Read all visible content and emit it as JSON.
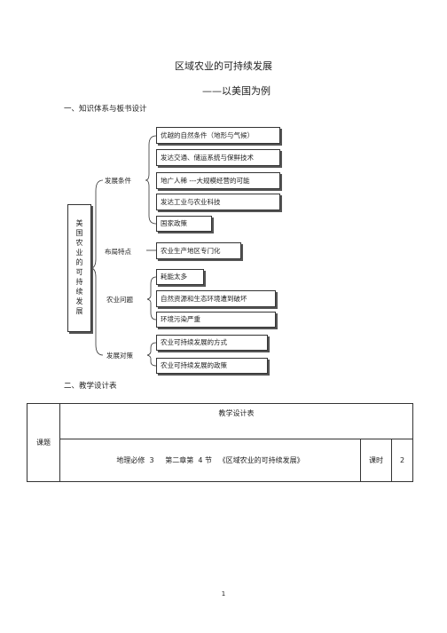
{
  "document": {
    "title": "区域农业的可持续发展",
    "subtitle": "——以美国为例",
    "section1": "一、知识体系与板书设计",
    "section2": "二、教学设计表",
    "page_number": "1"
  },
  "diagram": {
    "root": "美国农业的可持续发展",
    "branches": [
      {
        "label": "发展条件",
        "items": [
          "优越的自然条件（地形与气候）",
          "发达交通、储运系统与保鲜技术",
          "地广人稀 ---大规模经营的可能",
          "发达工业与农业科技",
          "国家政策"
        ]
      },
      {
        "label": "布局特点",
        "items": [
          "农业生产地区专门化"
        ]
      },
      {
        "label": "农业问题",
        "items": [
          "耗能太多",
          "自然资源和生态环境遭到破坏",
          "环境污染严重"
        ]
      },
      {
        "label": "发展对策",
        "items": [
          "农业可持续发展的方式",
          "农业可持续发展的政策"
        ]
      }
    ]
  },
  "design_table": {
    "header": "教学设计表",
    "topic_label": "课题",
    "topic_value": "地理必修  3     第二章第  4 节   《区域农业的可持续发展》",
    "hours_label": "课时",
    "hours_value": "2"
  }
}
